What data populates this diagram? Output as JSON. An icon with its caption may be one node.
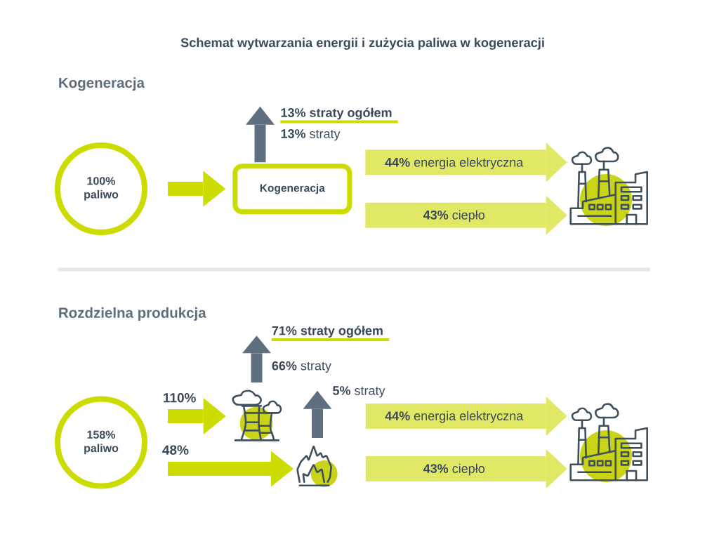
{
  "diagram": {
    "title": "Schemat wytwarzania energii i zużycia paliwa w kogeneracji",
    "nodes": [
      {
        "text": [
          "100% paliwo"
        ]
      },
      {
        "text": [
          "Kogeneracja"
        ]
      },
      {
        "text": [],
        "shape": "picture"
      },
      {
        "text": [
          "158% paliwo"
        ]
      },
      {
        "text": [],
        "shape": "picture"
      },
      {
        "text": [],
        "shape": "picture"
      },
      {
        "text": [],
        "shape": "picture"
      }
    ],
    "edges": [
      {
        "from": 0,
        "to": 1,
        "arrow": "to",
        "color": "#cddc00"
      },
      {
        "from": 1,
        "to": null,
        "arrow": "to",
        "label": "**13%** straty",
        "color": "#5f6f80"
      },
      {
        "from": 1,
        "to": 2,
        "arrow": "to",
        "label": "**44%** energia elektryczna",
        "style": "thick"
      },
      {
        "from": 1,
        "to": 2,
        "arrow": "to",
        "label": "**43%** ciepło",
        "style": "thick"
      },
      {
        "from": 3,
        "to": 4,
        "arrow": "to",
        "label": "110%",
        "color": "#cddc00"
      },
      {
        "from": 3,
        "to": 5,
        "arrow": "to",
        "label": "48%",
        "color": "#cddc00"
      },
      {
        "from": 4,
        "to": null,
        "arrow": "to",
        "label": "**66%** straty",
        "color": "#5f6f80"
      },
      {
        "from": 5,
        "to": null,
        "arrow": "to",
        "label": "**5%** straty",
        "color": "#5f6f80"
      },
      {
        "from": null,
        "to": 6,
        "arrow": "to",
        "label": "**44%** energia elektryczna",
        "style": "thick"
      },
      {
        "from": 5,
        "to": 6,
        "arrow": "to",
        "label": "**43%** ciepło",
        "style": "thick"
      }
    ],
    "labels": [
      "Kogeneracja",
      "13% straty ogółem",
      "Rozdzielna produkcja",
      "71% straty ogółem"
    ]
  }
}
